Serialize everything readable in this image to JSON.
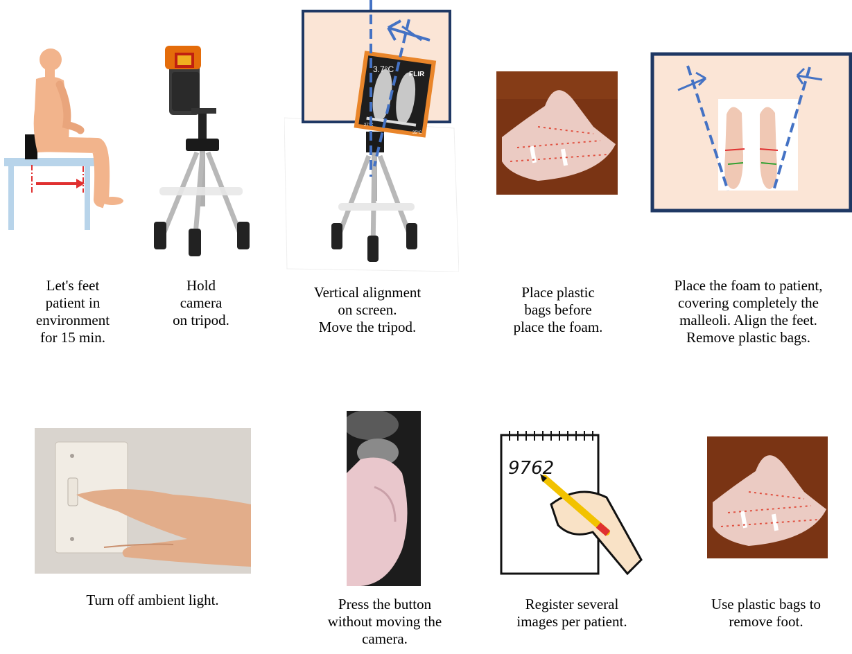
{
  "steps_row1": [
    {
      "id": "acclimate",
      "lines": [
        "Let's feet",
        "patient in",
        "environment",
        "for 15 min."
      ]
    },
    {
      "id": "hold-camera",
      "lines": [
        "Hold",
        "camera",
        "on tripod."
      ]
    },
    {
      "id": "vertical-align",
      "lines": [
        "Vertical alignment",
        "on screen.",
        "Move the tripod."
      ]
    },
    {
      "id": "plastic-bags-before",
      "lines": [
        "Place plastic",
        "bags before",
        "place the foam."
      ]
    },
    {
      "id": "place-foam",
      "lines": [
        "Place the foam to patient,",
        "covering completely the",
        "malleoli. Align the feet.",
        "Remove plastic bags."
      ]
    }
  ],
  "steps_row2": [
    {
      "id": "light-off",
      "lines": [
        "Turn off ambient light."
      ]
    },
    {
      "id": "press-button",
      "lines": [
        "Press the button",
        "without moving the",
        "camera."
      ]
    },
    {
      "id": "register-images",
      "lines": [
        "Register several",
        "images per patient."
      ]
    },
    {
      "id": "remove-foot",
      "lines": [
        "Use plastic bags to",
        "remove foot."
      ]
    }
  ],
  "camera_screen": {
    "temperature": "3.7°C",
    "brand": "FLIR",
    "scale_low": "27°C",
    "scale_high": "35°C"
  },
  "notepad_number": "9762",
  "colors": {
    "frame_navy": "#1f3864",
    "frame_fill": "#fbe5d6",
    "guide_blue": "#4472c4",
    "camera_orange": "#e46c0a",
    "red_arrow": "#e03030"
  }
}
